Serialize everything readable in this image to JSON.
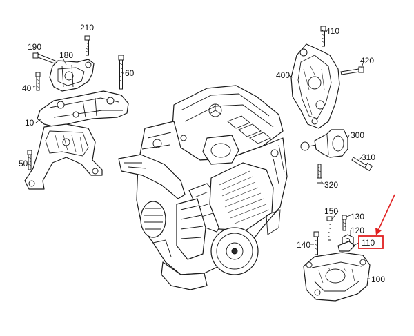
{
  "callouts": {
    "c210": "210",
    "c190": "190",
    "c180": "180",
    "c40": "40",
    "c60": "60",
    "c10": "10",
    "c50": "50",
    "c410": "410",
    "c400": "400",
    "c420": "420",
    "c300": "300",
    "c310": "310",
    "c320": "320",
    "c150": "150",
    "c130": "130",
    "c120": "120",
    "c110": "110",
    "c140": "140",
    "c100": "100"
  },
  "highlight": {
    "part": "110",
    "color": "#e02020"
  },
  "colors": {
    "line": "#1a1a1a",
    "background": "#ffffff"
  }
}
